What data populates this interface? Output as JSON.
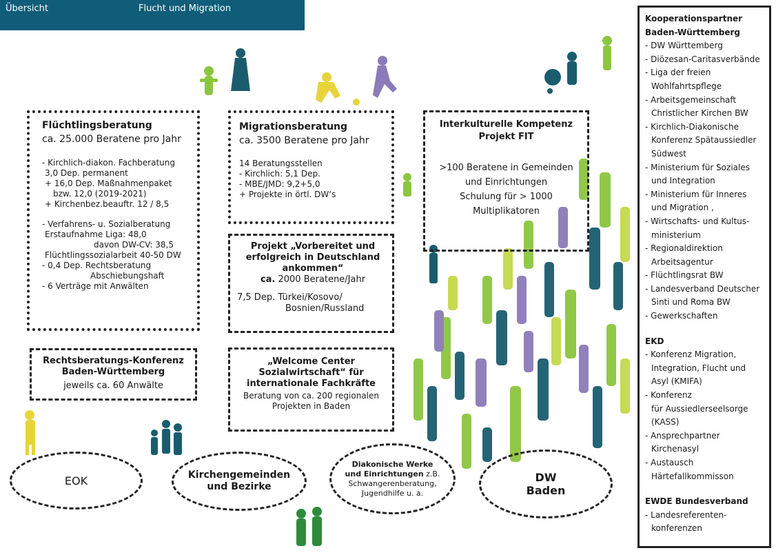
{
  "header": {
    "left_label": "Übersicht",
    "right_label": "Flucht und Migration"
  },
  "fluechtling": {
    "title": "Flüchtlingsberatung",
    "subtitle": "ca. 25.000 Beratene pro Jahr",
    "lines": [
      "- Kirchlich-diakon. Fachberatung",
      "3,0 Dep. permanent",
      "+ 16,0 Dep. Maßnahmenpaket",
      "bzw. 12,0 (2019-2021)",
      "+ Kirchenbez.beauftr. 12 / 8,5",
      "- Verfahrens- u. Sozialberatung",
      "Erstaufnahme  Liga: 48,0",
      "davon DW-CV: 38,5",
      "Flüchtlingssozialarbeit 40-50 DW",
      "- 0,4 Dep. Rechtsberatung",
      "Abschiebungshaft",
      "- 6 Verträge mit Anwälten"
    ]
  },
  "migration": {
    "title": "Migrationsberatung",
    "subtitle": "ca. 3500 Beratene pro Jahr",
    "lines": [
      "14 Beratungsstellen",
      "- Kirchlich:  5,1 Dep.",
      "- MBE/JMD: 9,2+5,0",
      "+ Projekte in örtl. DW‘s"
    ]
  },
  "vorbereitet": {
    "title_lines": [
      "Projekt „Vorbereitet und",
      "erfolgreich in Deutschland",
      "ankommen“"
    ],
    "sub_bold": "ca.",
    "sub_rest": " 2000 Beratene/Jahr",
    "line1": "7,5  Dep. Türkei/Kosovo/",
    "line2": "Bosnien/Russland"
  },
  "interkulturell": {
    "title1": "Interkulturelle Kompetenz",
    "title2": "Projekt FIT",
    "lines": [
      ">100 Beratene in Gemeinden",
      "und Einrichtungen",
      "Schulung für > 1000",
      "Multiplikatoren"
    ]
  },
  "rechts": {
    "title1": "Rechtsberatungs-Konferenz",
    "title2": "Baden-Württemberg",
    "sub": "jeweils ca. 60 Anwälte"
  },
  "welcome": {
    "title_lines": [
      "„Welcome Center",
      "Sozialwirtschaft“ für",
      "internationale Fachkräfte"
    ],
    "lines": [
      "Beratung von ca. 200 regionalen",
      "Projekten in Baden"
    ]
  },
  "ellipses": {
    "eok": "EOK",
    "kirchen1": "Kirchengemeinden",
    "kirchen2": "und Bezirke",
    "diak_bold1": "Diakonische Werke",
    "diak_bold2": "und Einrichtungen",
    "diak_rest2": " z.B.",
    "diak3": "Schwangerenberatung,",
    "diak4": "Jugendhilfe u. a.",
    "dw1": "DW",
    "dw2": "Baden"
  },
  "sidebar": {
    "heading1": "Kooperationspartner",
    "heading2": "Baden-Württemberg",
    "items": [
      "- DW Württemberg",
      "- Diözesan-Caritasverbände",
      "- Liga der freien",
      "Wohlfahrtspflege",
      "- Arbeitsgemeinschaft",
      "Christlicher Kirchen BW",
      "- Kirchlich-Diakonische",
      "Konferenz Spätaussiedler",
      "Südwest",
      "- Ministerium für Soziales",
      "und Integration",
      "- Ministerium für Inneres",
      "und Migration ,",
      "- Wirtschafts- und Kultus-",
      "ministerium",
      "- Regionaldirektion",
      "Arbeitsagentur",
      "- Flüchtlingsrat BW",
      "- Landesverband  Deutscher",
      "Sinti und Roma BW",
      "- Gewerkschaften"
    ],
    "ekd_heading": "EKD",
    "ekd_items": [
      "- Konferenz Migration,",
      "Integration, Flucht und",
      "Asyl (KMIFA)",
      "- Konferenz",
      "für Aussiedlerseelsorge",
      "(KASS)",
      "- Ansprechpartner",
      "Kirchenasyl",
      "- Austausch",
      "Härtefallkommisson"
    ],
    "ewde_heading": "EWDE Bundesverband",
    "ewde_items": [
      "- Landesreferenten-",
      "konferenzen"
    ]
  },
  "colors": {
    "header_bg": "#0f5d79",
    "green": "#8cc63f",
    "teal": "#1a5c6e",
    "purple": "#8b7bb8",
    "yellow": "#e8d43a"
  }
}
